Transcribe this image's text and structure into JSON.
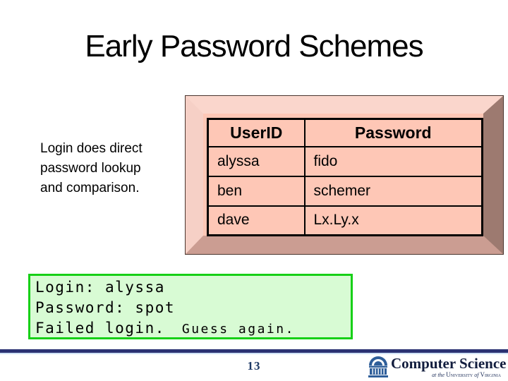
{
  "slide": {
    "title": "Early Password Schemes",
    "page_number": "13"
  },
  "description": {
    "lines": [
      "Login does direct",
      "password lookup",
      "and comparison."
    ]
  },
  "password_table": {
    "headers": [
      "UserID",
      "Password"
    ],
    "rows": [
      [
        "alyssa",
        "fido"
      ],
      [
        "ben",
        "schemer"
      ],
      [
        "dave",
        "Lx.Ly.x"
      ]
    ]
  },
  "terminal": {
    "line1": "Login: alyssa",
    "line2": "Password: spot",
    "line3_left": "Failed login.",
    "line3_right": "Guess again."
  },
  "footer": {
    "logo_title": "Computer Science",
    "tagline_at_the": "at the",
    "tagline_university": "University",
    "tagline_of": "of",
    "tagline_virginia": "Virginia"
  },
  "colors": {
    "table_pink": "#fec7b6",
    "bevel_light": "#fad6cc",
    "bevel_dark": "#9d7a70",
    "terminal_green_border": "#17d017",
    "terminal_green_bg": "#d8fbd4",
    "footer_navy": "#2b3273",
    "logo_blue": "#2e5e99"
  }
}
